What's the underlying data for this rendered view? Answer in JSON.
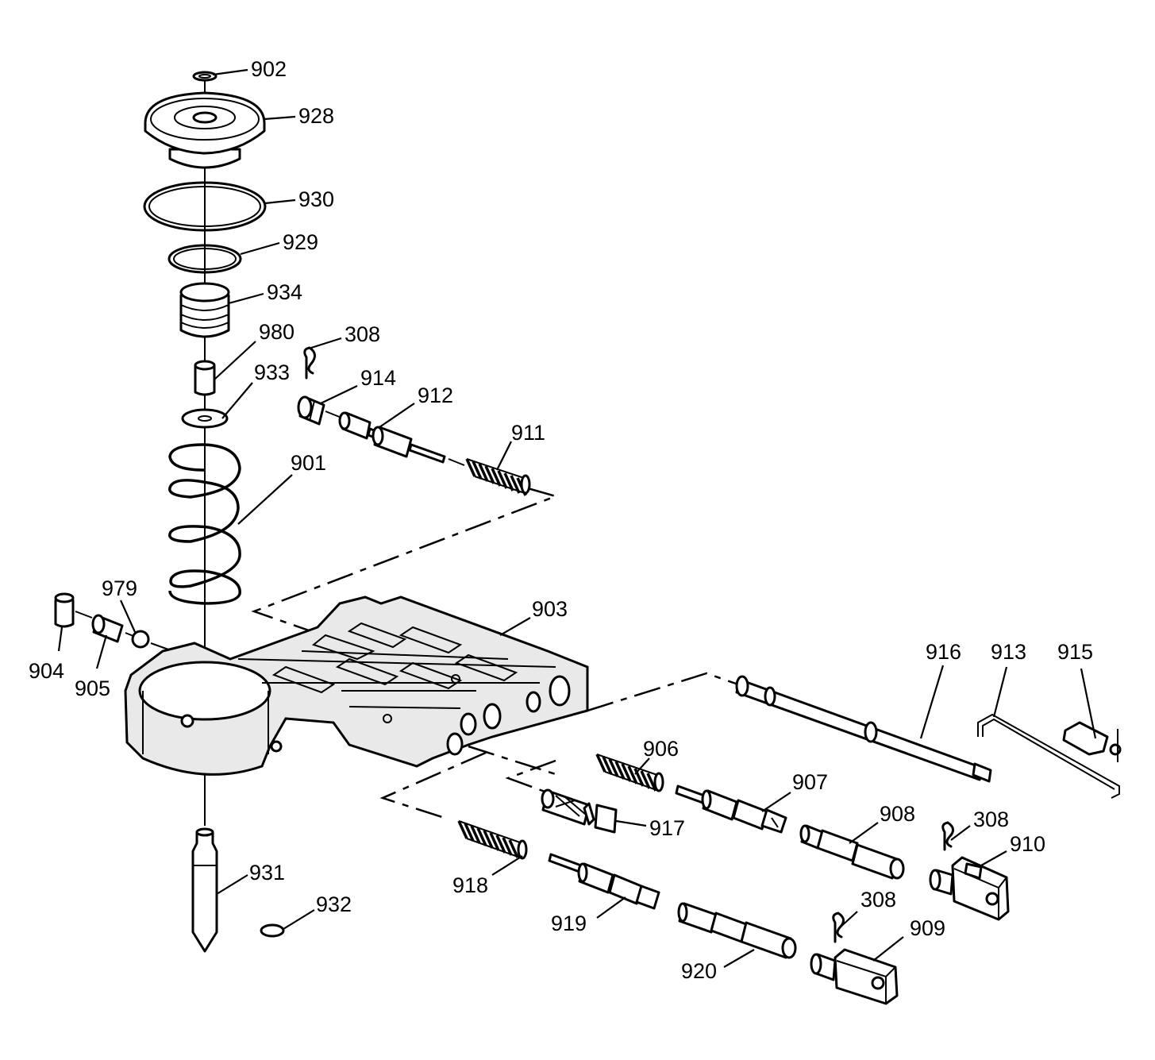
{
  "callouts": {
    "c902": "902",
    "c928": "928",
    "c930": "930",
    "c929": "929",
    "c934": "934",
    "c980": "980",
    "c933": "933",
    "c901": "901",
    "c308a": "308",
    "c914": "914",
    "c912": "912",
    "c911": "911",
    "c979": "979",
    "c904": "904",
    "c905": "905",
    "c903": "903",
    "c916": "916",
    "c913": "913",
    "c915": "915",
    "c906": "906",
    "c907": "907",
    "c917": "917",
    "c908": "908",
    "c308b": "308",
    "c910": "910",
    "c918": "918",
    "c931": "931",
    "c932": "932",
    "c919": "919",
    "c308c": "308",
    "c909": "909",
    "c920": "920"
  }
}
